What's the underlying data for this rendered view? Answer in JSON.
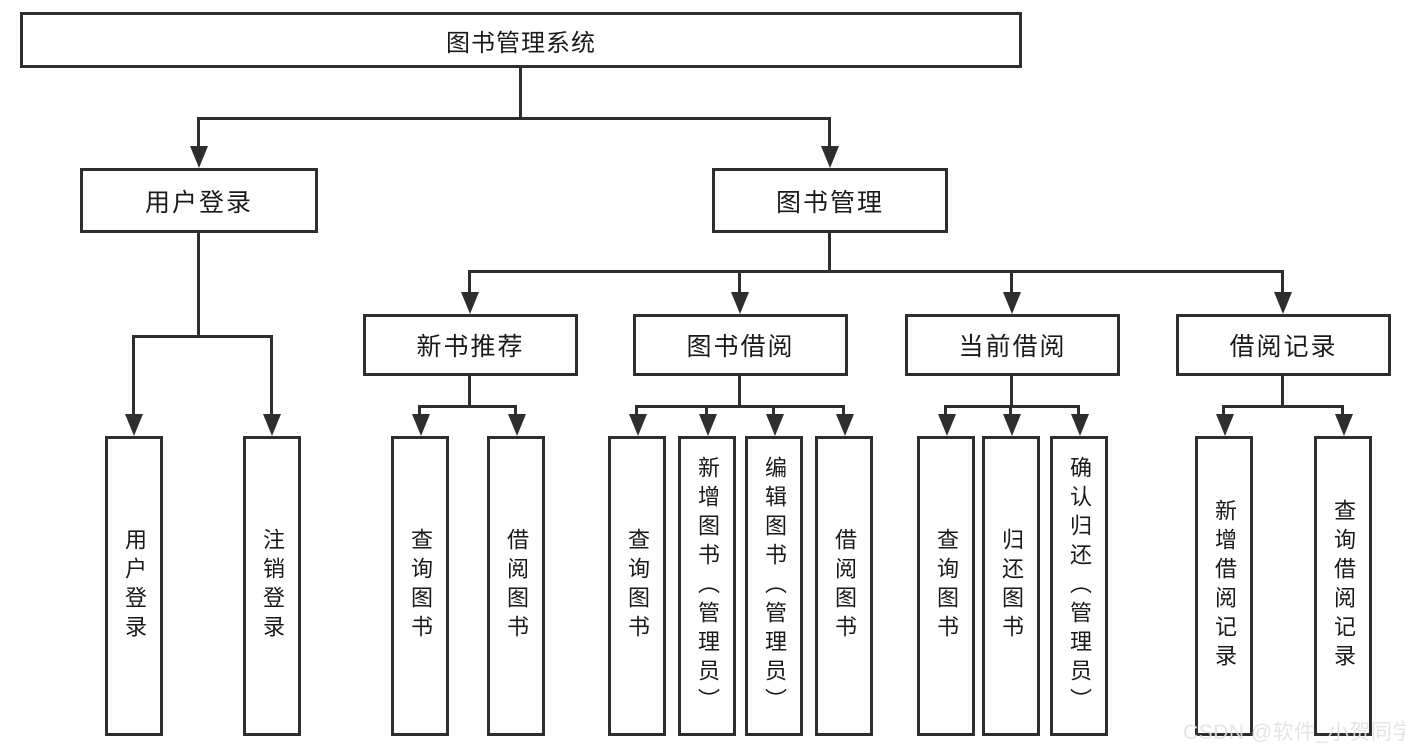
{
  "tree": {
    "label": "图书管理系统",
    "children": [
      {
        "label": "用户登录",
        "children": [
          {
            "label": "用户登录"
          },
          {
            "label": "注销登录"
          }
        ]
      },
      {
        "label": "图书管理",
        "children": [
          {
            "label": "新书推荐",
            "children": [
              {
                "label": "查询图书"
              },
              {
                "label": "借阅图书"
              }
            ]
          },
          {
            "label": "图书借阅",
            "children": [
              {
                "label": "查询图书"
              },
              {
                "label": "新增图书（管理员）"
              },
              {
                "label": "编辑图书（管理员）"
              },
              {
                "label": "借阅图书"
              }
            ]
          },
          {
            "label": "当前借阅",
            "children": [
              {
                "label": "查询图书"
              },
              {
                "label": "归还图书"
              },
              {
                "label": "确认归还（管理员）"
              }
            ]
          },
          {
            "label": "借阅记录",
            "children": [
              {
                "label": "新增借阅记录"
              },
              {
                "label": "查询借阅记录"
              }
            ]
          }
        ]
      }
    ]
  },
  "watermark": {
    "text": "CSDN @软件_小贺同学"
  },
  "colors": {
    "line": "#2e2e2e",
    "text": "#1a1a1a",
    "watermark": "#e2e2e2",
    "background": "#ffffff"
  }
}
